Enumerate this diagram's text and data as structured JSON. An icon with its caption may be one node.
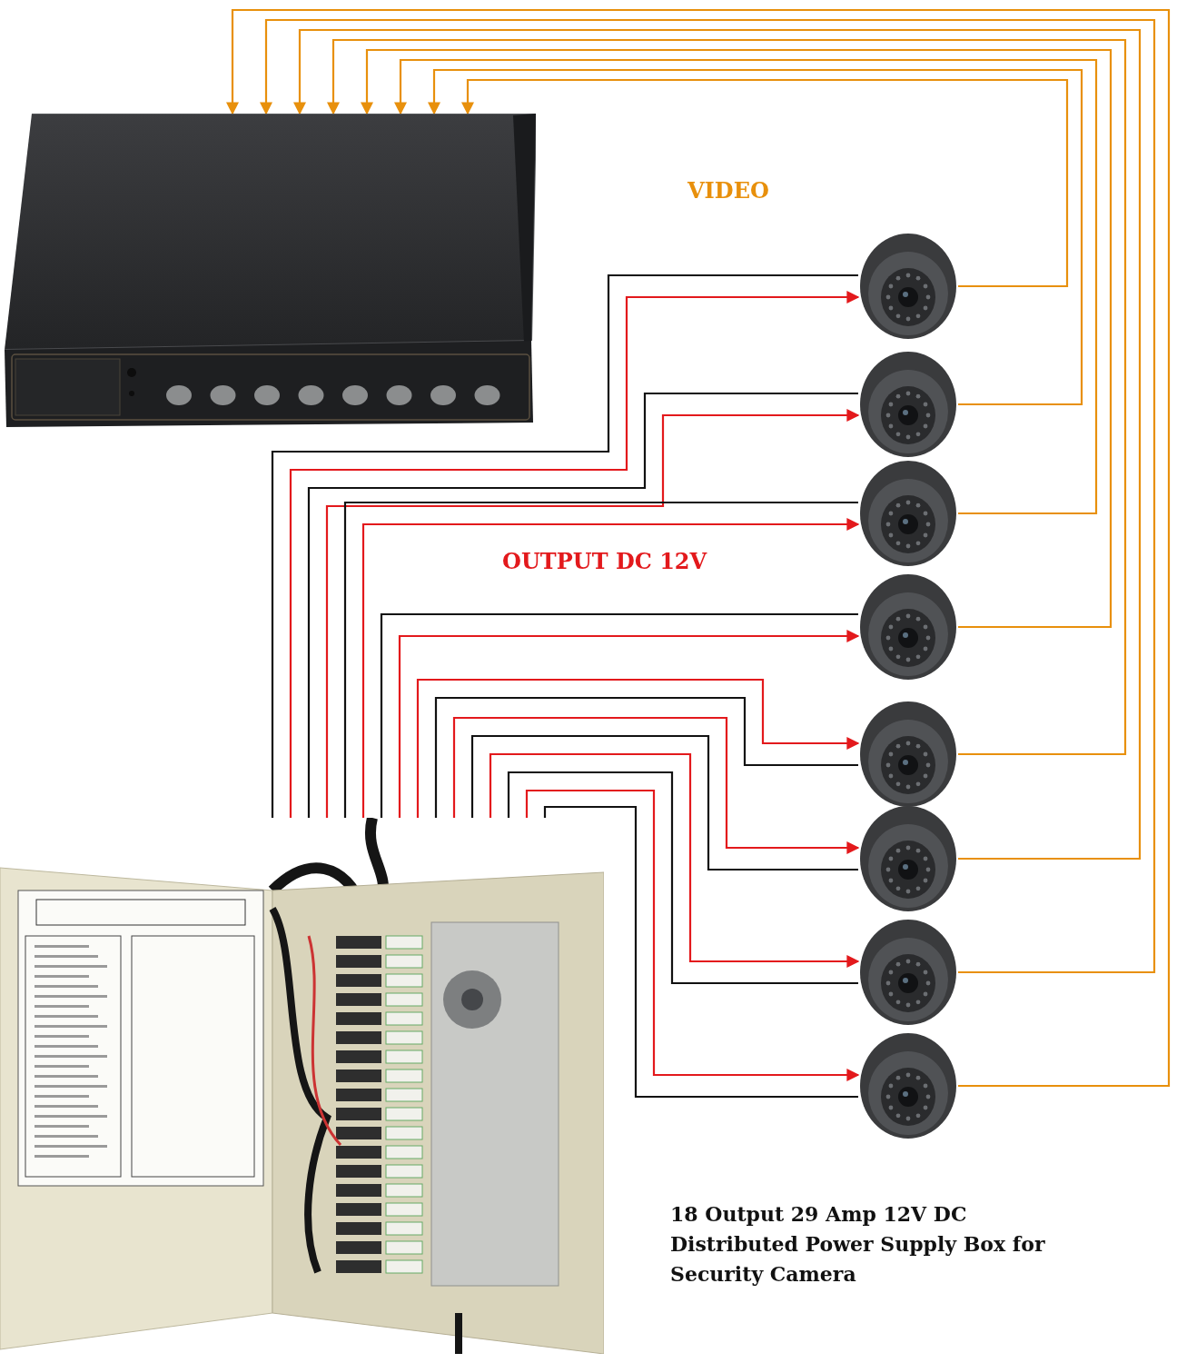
{
  "diagram": {
    "caption": "18 Output 29 Amp 12V DC Distributed Power Supply Box for Security Camera",
    "nodes": [
      {
        "text": [],
        "shape": "picture"
      },
      {
        "text": [],
        "shape": "picture"
      },
      {
        "text": [],
        "shape": "picture"
      },
      {
        "text": [],
        "shape": "picture"
      },
      {
        "text": [],
        "shape": "picture"
      },
      {
        "text": [],
        "shape": "picture"
      },
      {
        "text": [],
        "shape": "picture"
      },
      {
        "text": [],
        "shape": "picture"
      },
      {
        "text": [],
        "shape": "picture"
      },
      {
        "text": [],
        "shape": "picture"
      }
    ],
    "edges": [
      {
        "from": 1,
        "to": 2,
        "arrow": "none",
        "color": "#111111"
      },
      {
        "from": 1,
        "to": 2,
        "arrow": "to",
        "color": "#e3191c"
      },
      {
        "from": 2,
        "to": 0,
        "arrow": "to",
        "color": "#e8900c"
      },
      {
        "from": 1,
        "to": 3,
        "arrow": "none",
        "color": "#111111"
      },
      {
        "from": 1,
        "to": 3,
        "arrow": "to",
        "color": "#e3191c"
      },
      {
        "from": 3,
        "to": 0,
        "arrow": "to",
        "color": "#e8900c"
      },
      {
        "from": 1,
        "to": 4,
        "arrow": "none",
        "color": "#111111"
      },
      {
        "from": 1,
        "to": 4,
        "arrow": "to",
        "color": "#e3191c"
      },
      {
        "from": 4,
        "to": 0,
        "arrow": "to",
        "color": "#e8900c"
      },
      {
        "from": 1,
        "to": 5,
        "arrow": "none",
        "color": "#111111"
      },
      {
        "from": 1,
        "to": 5,
        "arrow": "to",
        "color": "#e3191c"
      },
      {
        "from": 5,
        "to": 0,
        "arrow": "to",
        "color": "#e8900c"
      },
      {
        "from": 1,
        "to": 6,
        "arrow": "to",
        "color": "#e3191c"
      },
      {
        "from": 1,
        "to": 6,
        "arrow": "none",
        "color": "#111111"
      },
      {
        "from": 6,
        "to": 0,
        "arrow": "to",
        "color": "#e8900c"
      },
      {
        "from": 1,
        "to": 7,
        "arrow": "to",
        "color": "#e3191c"
      },
      {
        "from": 1,
        "to": 7,
        "arrow": "none",
        "color": "#111111"
      },
      {
        "from": 7,
        "to": 0,
        "arrow": "to",
        "color": "#e8900c"
      },
      {
        "from": 1,
        "to": 8,
        "arrow": "to",
        "color": "#e3191c"
      },
      {
        "from": 1,
        "to": 8,
        "arrow": "none",
        "color": "#111111"
      },
      {
        "from": 8,
        "to": 0,
        "arrow": "to",
        "color": "#e8900c"
      },
      {
        "from": 1,
        "to": 9,
        "arrow": "to",
        "color": "#e3191c"
      },
      {
        "from": 1,
        "to": 9,
        "arrow": "none",
        "color": "#111111"
      },
      {
        "from": 9,
        "to": 0,
        "arrow": "to",
        "color": "#e8900c"
      }
    ],
    "labels": [
      "VIDEO",
      "OUTPUT DC 12V"
    ]
  }
}
